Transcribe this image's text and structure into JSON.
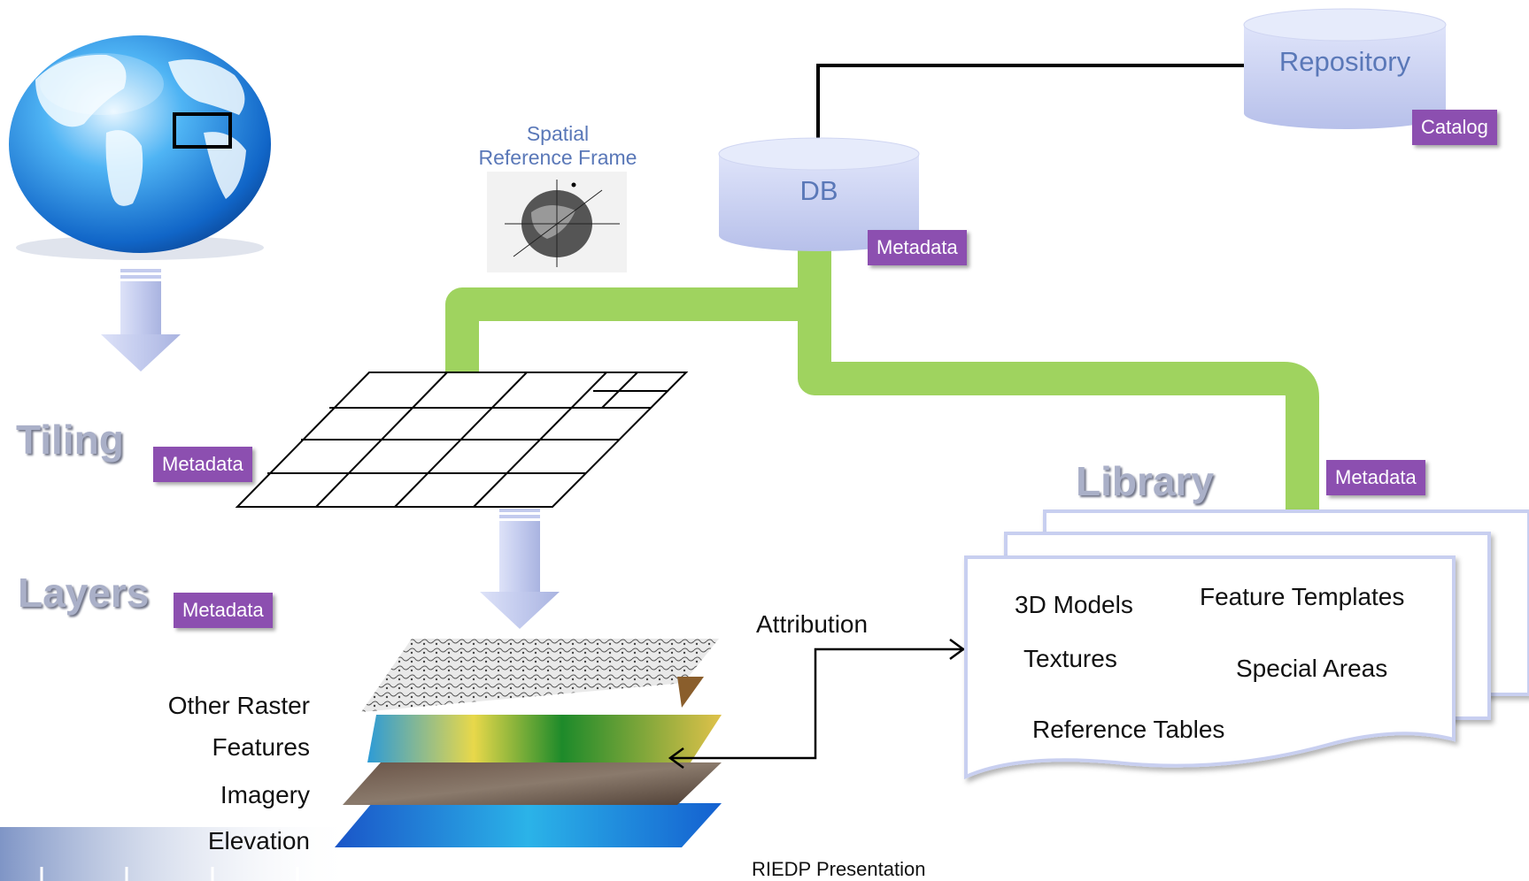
{
  "labels": {
    "spatial_reference_frame": [
      "Spatial",
      "Reference Frame"
    ],
    "db": "DB",
    "repository": "Repository",
    "catalog": "Catalog",
    "metadata": "Metadata",
    "tiling": "Tiling",
    "layers": "Layers",
    "library": "Library",
    "attribution": "Attribution",
    "footer": "RIEDP Presentation"
  },
  "layer_stack": [
    "Other Raster",
    "Features",
    "Imagery",
    "Elevation"
  ],
  "library_items": [
    "3D Models",
    "Feature Templates",
    "Textures",
    "Special Areas",
    "Reference Tables"
  ],
  "colors": {
    "metadata_tag": "#8c4fb0",
    "connector_green": "#9fd35f",
    "cylinder_fill": "#c8cff0",
    "arrow_fill": "#c3cbee",
    "title_gray": "#aab0c8"
  }
}
